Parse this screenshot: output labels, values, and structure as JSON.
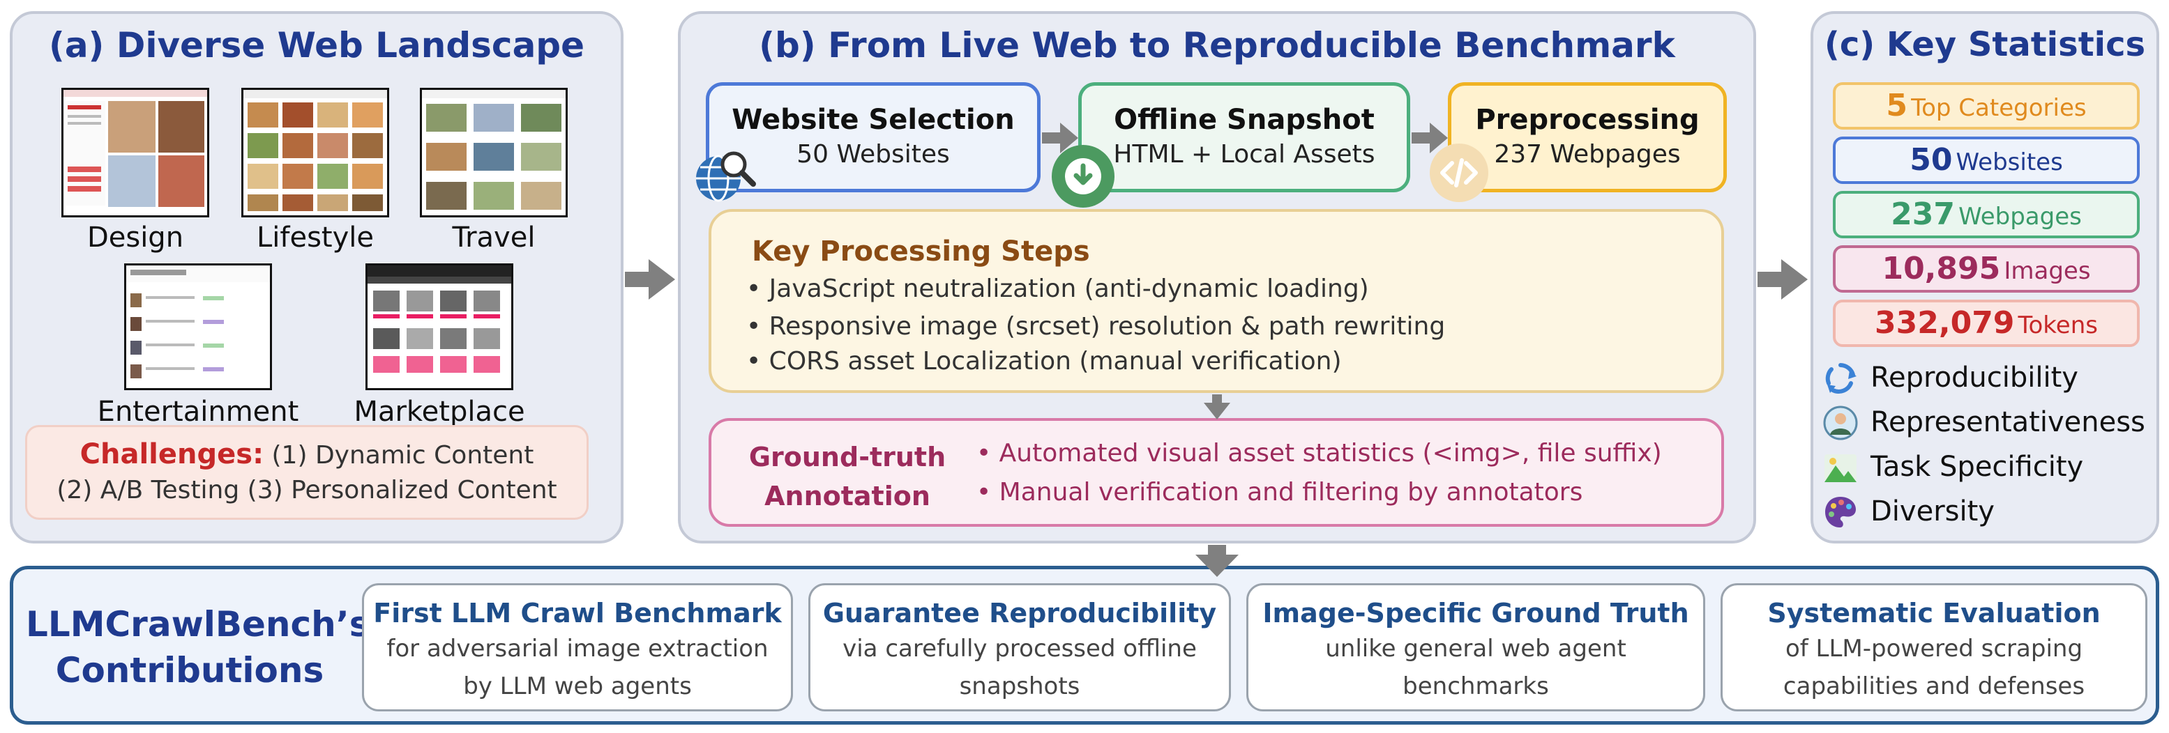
{
  "panel_a": {
    "title": "(a) Diverse Web Landscape",
    "categories": [
      "Design",
      "Lifestyle",
      "Travel",
      "Entertainment",
      "Marketplace"
    ],
    "challenges": {
      "head": "Challenges:",
      "line1_rest": "(1) Dynamic Content",
      "line2": "(2) A/B Testing  (3) Personalized Content"
    }
  },
  "panel_b": {
    "title": "(b) From Live Web to Reproducible Benchmark",
    "website_selection": {
      "title": "Website Selection",
      "sub": "50 Websites"
    },
    "offline_snapshot": {
      "title": "Offline Snapshot",
      "sub": "HTML + Local Assets"
    },
    "preprocessing": {
      "title": "Preprocessing",
      "sub": "237 Webpages"
    },
    "key_steps": {
      "title": "Key Processing Steps",
      "items": [
        "•  JavaScript neutralization (anti-dynamic loading)",
        "•  Responsive image (srcset) resolution & path rewriting",
        "•  CORS asset Localization (manual verification)"
      ]
    },
    "ground_truth": {
      "title_line1": "Ground-truth",
      "title_line2": "Annotation",
      "items": [
        "• Automated visual asset statistics (<img>, file suffix)",
        "• Manual verification and filtering by annotators"
      ]
    }
  },
  "panel_c": {
    "title": "(c) Key Statistics",
    "stats": [
      {
        "num": "5",
        "lbl": "Top Categories",
        "color": "#e08a1e",
        "bg": "#fdf0d2",
        "border": "#f2c46a"
      },
      {
        "num": "50",
        "lbl": "Websites",
        "color": "#1f3a8f",
        "bg": "#eef3fb",
        "border": "#4d79d8"
      },
      {
        "num": "237",
        "lbl": "Webpages",
        "color": "#3a9a6a",
        "bg": "#eaf6ef",
        "border": "#4caf7d"
      },
      {
        "num": "10,895",
        "lbl": "Images",
        "color": "#9c2b5c",
        "bg": "#f8e6ee",
        "border": "#c06a92"
      },
      {
        "num": "332,079",
        "lbl": "Tokens",
        "color": "#c62828",
        "bg": "#fbe6e2",
        "border": "#f0b7ad"
      }
    ],
    "features": [
      {
        "icon": "recycle-icon",
        "label": "Reproducibility"
      },
      {
        "icon": "person-icon",
        "label": "Representativeness"
      },
      {
        "icon": "landscape-icon",
        "label": "Task Specificity"
      },
      {
        "icon": "palette-icon",
        "label": "Diversity"
      }
    ]
  },
  "contributions": {
    "title_line1": "LLMCrawlBench’s",
    "title_line2": "Contributions",
    "items": [
      {
        "head": "First LLM Crawl Benchmark",
        "l1": "for adversarial image extraction",
        "l2": "by LLM web agents"
      },
      {
        "head": "Guarantee Reproducibility",
        "l1": "via carefully processed offline",
        "l2": "snapshots"
      },
      {
        "head": "Image-Specific Ground Truth",
        "l1": "unlike general web agent",
        "l2": "benchmarks"
      },
      {
        "head": "Systematic Evaluation",
        "l1": "of LLM-powered scraping",
        "l2": "capabilities and defenses"
      }
    ]
  }
}
